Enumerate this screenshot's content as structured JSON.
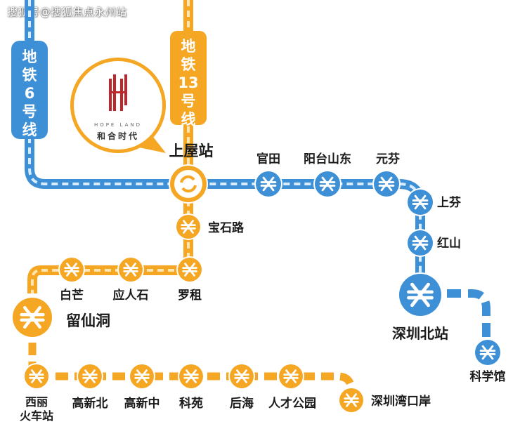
{
  "watermark": "搜狐号@搜狐焦点永州站",
  "colors": {
    "line6": "#3d8fd6",
    "line6_dash": "#d8ecff",
    "line13": "#f5a623",
    "line13_dash": "#ffe4b0",
    "line12": "#f5a623",
    "station_blue": "#3d8fd6",
    "station_orange": "#f5a623",
    "logo_red": "#c0272d"
  },
  "lines": {
    "line6_label": "地铁6号线",
    "line13_label": "地铁13号线"
  },
  "callout": {
    "brand_en": "HOPE LAND",
    "brand_cn": "和合时代"
  },
  "stations": {
    "shangwu": "上屋站",
    "guantian": "官田",
    "yangtai": "阳台山东",
    "yuanfen": "元芬",
    "shangfen": "上芬",
    "hongshan": "红山",
    "shenzhenbei": "深圳北站",
    "kexueguan": "科学馆",
    "baoshilu": "宝石路",
    "luozu": "罗租",
    "yingrenshi": "应人石",
    "baimang": "白芒",
    "liuxiandong": "留仙洞",
    "xili_1": "西丽",
    "xili_2": "火车站",
    "gaoxinbei": "高新北",
    "gaoxinzhong": "高新中",
    "keyuan": "科苑",
    "houhai": "后海",
    "rencai": "人才公园",
    "wankouan": "深圳湾口岸"
  }
}
